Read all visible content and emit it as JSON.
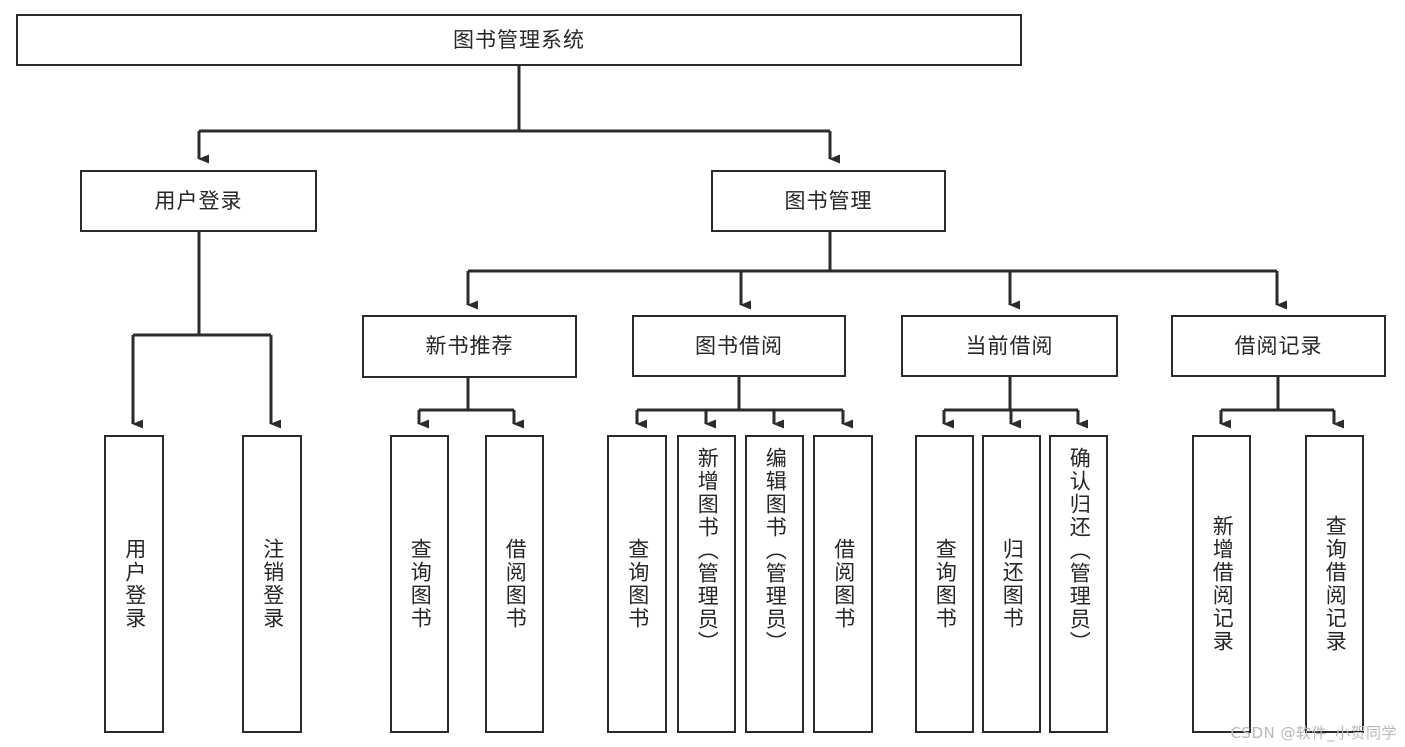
{
  "diagram": {
    "title": "图书管理系统",
    "type": "tree",
    "line_color": "#2b2b2b",
    "box_fill": "#ffffff",
    "text_color": "#262626",
    "nodes": {
      "root": "图书管理系统",
      "l1": {
        "user_login": "用户登录",
        "book_manage": "图书管理"
      },
      "l2": {
        "new_book_rec": "新书推荐",
        "book_borrow": "图书借阅",
        "current_borrow": "当前借阅",
        "borrow_record": "借阅记录"
      },
      "leaves": {
        "user_login": [
          "用户登录",
          "注销登录"
        ],
        "new_book_rec": [
          "查询图书",
          "借阅图书"
        ],
        "book_borrow": [
          "查询图书",
          "新增图书（管理员）",
          "编辑图书（管理员）",
          "借阅图书"
        ],
        "current_borrow": [
          "查询图书",
          "归还图书",
          "确认归还（管理员）"
        ],
        "borrow_record": [
          "新增借阅记录",
          "查询借阅记录"
        ]
      }
    }
  },
  "watermark": {
    "text": "CSDN @软件_小贺同学"
  }
}
